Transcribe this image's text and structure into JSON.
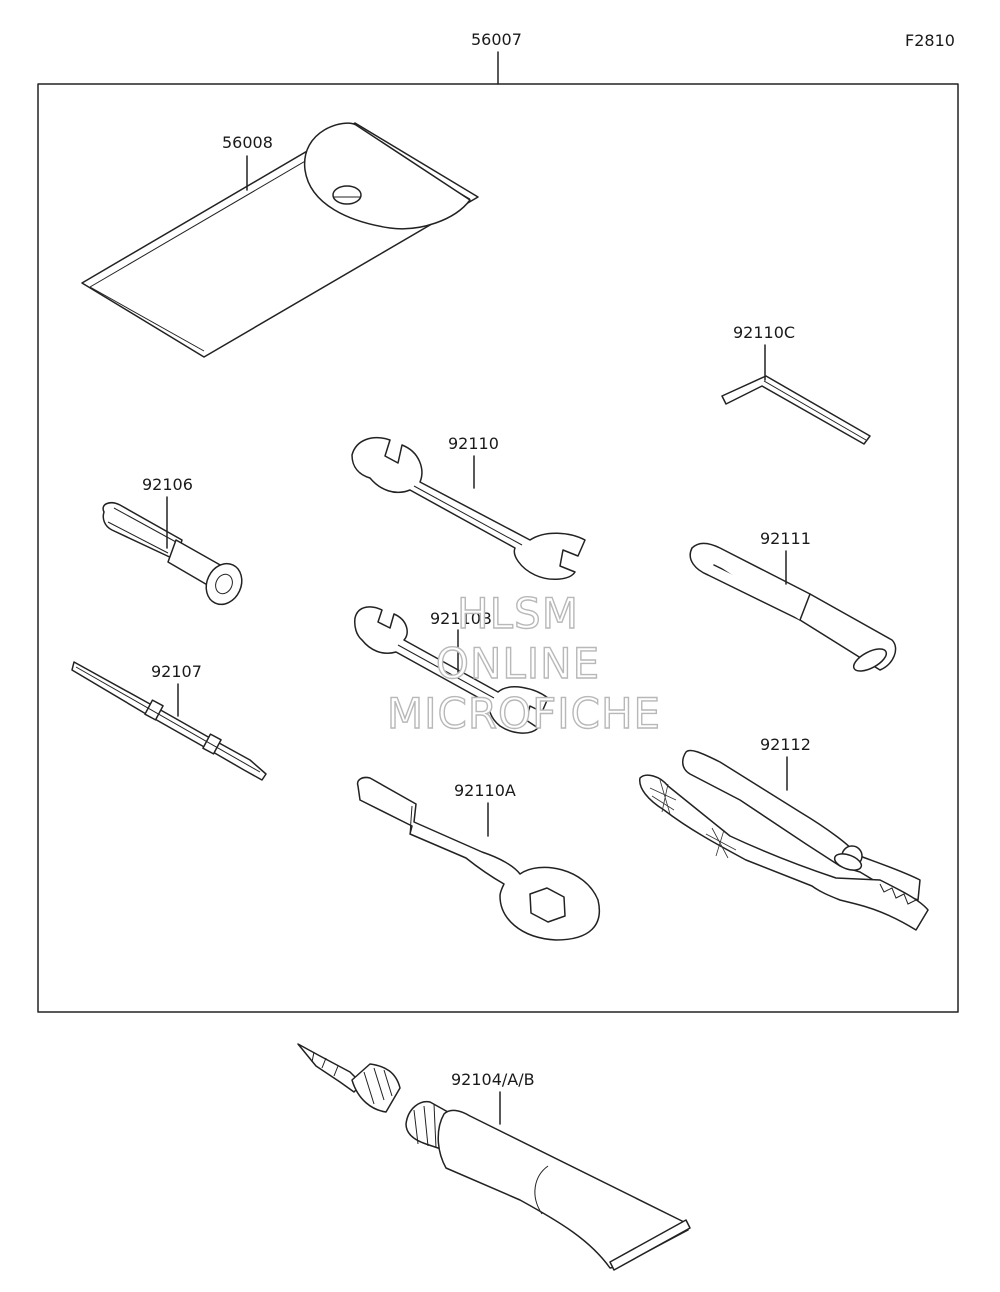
{
  "figure_code": "F2810",
  "labels": {
    "kit": "56007",
    "case": "56008",
    "hex_key": "92110C",
    "wrench": "92110",
    "spark_plug_wrench": "92106",
    "pipe": "92111",
    "wrench_small": "92110B",
    "screwdriver": "92107",
    "pliers": "92112",
    "box_wrench": "92110A",
    "repair_kit": "92104/A/B"
  },
  "watermark": {
    "line1": "HLSM",
    "line2": "ONLINE",
    "line3": "MICROFICHE"
  },
  "colors": {
    "line": "#222222",
    "background": "#ffffff",
    "watermark": "#b8b8b8"
  }
}
